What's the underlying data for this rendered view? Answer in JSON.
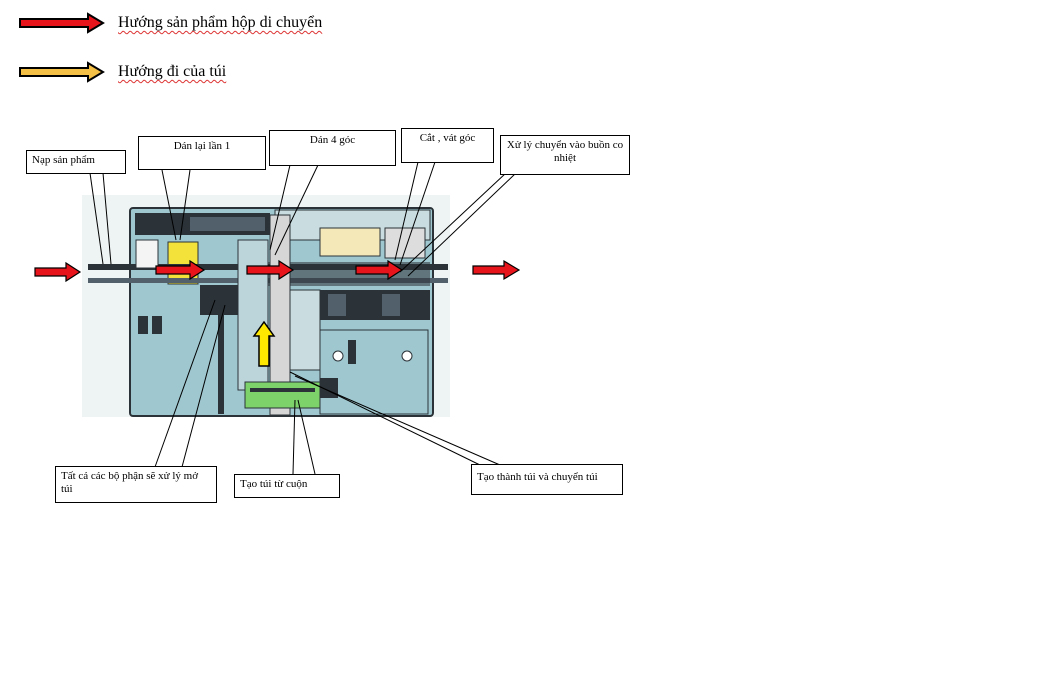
{
  "legend": {
    "product_direction": {
      "label": "Hướng sản phẩm hộp di chuyển",
      "color": "#e8141b"
    },
    "bag_direction": {
      "label": "Hướng đi của túi",
      "color": "#f5c046"
    }
  },
  "callouts": {
    "feed_product": "Nạp sản phẩm",
    "reglue_first": "Dán lại lần 1",
    "glue_four_corners": "Dán 4 góc",
    "cut_bevel": "Cắt , vát góc",
    "transfer_shrink": "Xử lý chuyển vào buồn co nhiệt",
    "open_bag_parts": "Tất cả các bộ phận sẽ xử lý mở túi",
    "bag_from_roll": "Tạo túi từ cuộn",
    "form_transfer_bag": "Tạo thành túi và chuyển túi"
  },
  "colors": {
    "machine_body": "#9fc7cf",
    "machine_dark": "#2b3338",
    "yellow_part": "#f2e23a",
    "green_part": "#7dd26a",
    "arrow_red": "#e8141b",
    "arrow_yellow": "#ffe800"
  }
}
